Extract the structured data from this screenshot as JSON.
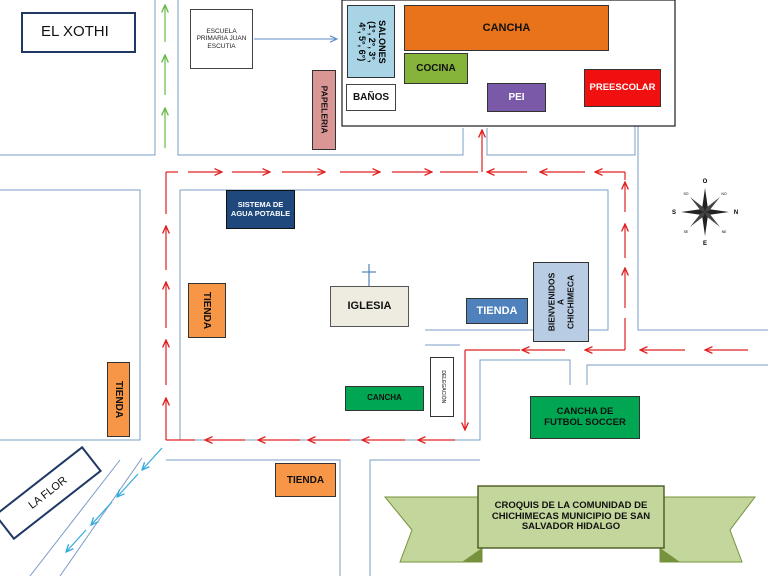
{
  "map": {
    "xothi": "EL XOTHI",
    "escuela": "ESCUELA PRIMARIA JUAN ESCUTIA",
    "salones": "SALONES (1°, 2°, 3°, 4°, 5°, 6°)",
    "cancha_escuela": "CANCHA",
    "cocina": "COCINA",
    "banos": "BAÑOS",
    "pei": "PEI",
    "preescolar": "PREESCOLAR",
    "papeleria": "PAPELERIA",
    "sistema_agua": "SISTEMA DE AGUA POTABLE",
    "iglesia": "IGLESIA",
    "tienda_centro": "TIENDA",
    "tienda_izq": "TIENDA",
    "tienda_borde": "TIENDA",
    "tienda_abajo": "TIENDA",
    "bienvenidos": "BIENVENIDOS A CHICHIMECA",
    "delegacion": "DELEGACIÓN",
    "cancha_centro": "CANCHA",
    "cancha_futbol": "CANCHA DE FUTBOL SOCCER",
    "la_flor": "LA FLOR",
    "banner": "CROQUIS DE LA COMUNIDAD DE CHICHIMECAS MUNICIPIO DE SAN SALVADOR HIDALGO"
  },
  "compass": {
    "n": "N",
    "s": "S",
    "e": "E",
    "o": "O",
    "ne": "NE",
    "no": "NO",
    "se": "SE",
    "so": "SO"
  },
  "colors": {
    "road_line": "#7a9cc6",
    "route_red": "#e02020",
    "route_green": "#66bb44",
    "route_cyan": "#33aadd",
    "cancha_orange": "#e8731a",
    "cocina_green": "#86b33a",
    "salones_blue": "#a8d4e6",
    "pei_purple": "#7a5aa8",
    "preescolar_red": "#f01010",
    "papeleria_pink": "#d99694",
    "agua_navy": "#1f497d",
    "tienda_orange": "#f79646",
    "tienda_blue": "#4f81bd",
    "bienvenidos_blue": "#b8cce4",
    "cancha_green": "#00a651",
    "banner_green": "#c3d69b",
    "banner_border": "#76923c"
  }
}
